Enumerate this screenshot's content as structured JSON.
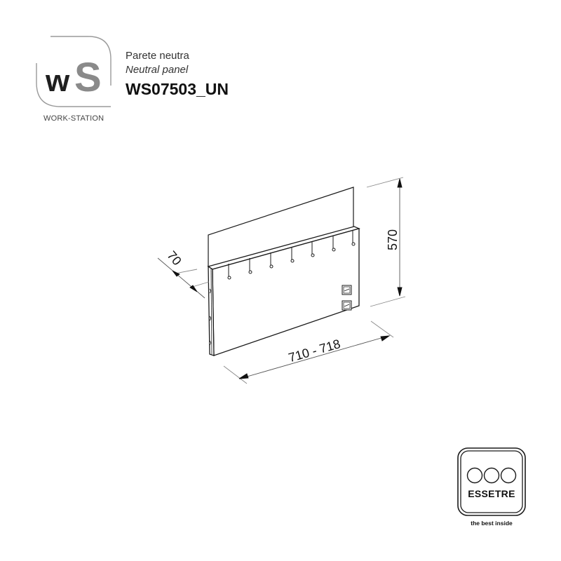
{
  "header": {
    "logo": {
      "letters_dark": "w",
      "letters_grey": "S",
      "caption": "WORK-STATION"
    },
    "title_it": "Parete neutra",
    "title_en": "Neutral panel",
    "product_code": "WS07503_UN"
  },
  "drawing": {
    "dimensions": {
      "height": "570",
      "width": "710 - 718",
      "depth": "70"
    },
    "hooks_count": 7,
    "sockets_count": 2
  },
  "brand": {
    "name": "ESSETRE",
    "tagline": "the best inside"
  },
  "colors": {
    "line": "#1a1a1a",
    "dim_line": "#888888",
    "logo_grey": "#8a8a8a"
  }
}
